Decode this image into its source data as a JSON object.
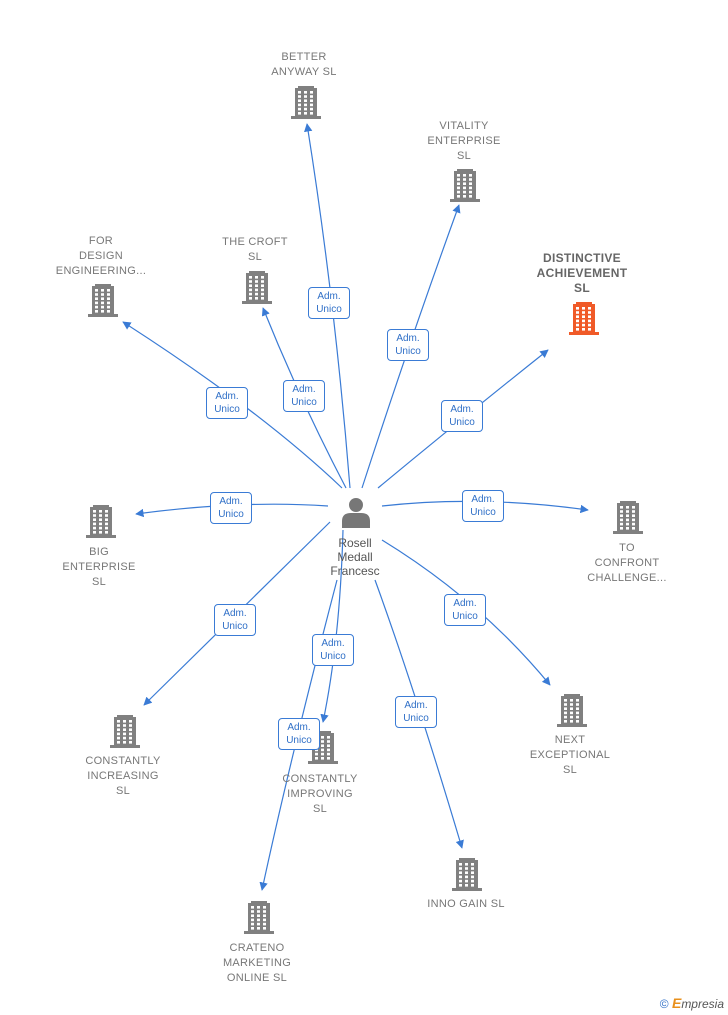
{
  "colors": {
    "edge": "#3a7bd5",
    "building": "#808080",
    "building_highlight": "#f05a28",
    "person": "#777777"
  },
  "center": {
    "name_lines": [
      "Rosell",
      "Medall",
      "Francesc"
    ]
  },
  "relation_lines": [
    "Adm.",
    "Unico"
  ],
  "companies": [
    {
      "id": "better-anyway",
      "lines": [
        "BETTER",
        "ANYWAY  SL"
      ]
    },
    {
      "id": "vitality-enterprise",
      "lines": [
        "VITALITY",
        "ENTERPRISE",
        "SL"
      ]
    },
    {
      "id": "distinctive-achievement",
      "lines": [
        "DISTINCTIVE",
        "ACHIEVEMENT",
        "SL"
      ],
      "highlight": true
    },
    {
      "id": "for-design-engineering",
      "lines": [
        "FOR",
        "DESIGN",
        "ENGINEERING..."
      ]
    },
    {
      "id": "the-croft",
      "lines": [
        "THE CROFT",
        "SL"
      ]
    },
    {
      "id": "big-enterprise",
      "lines": [
        "BIG",
        "ENTERPRISE",
        "SL"
      ]
    },
    {
      "id": "to-confront-challenge",
      "lines": [
        "TO",
        "CONFRONT",
        "CHALLENGE..."
      ]
    },
    {
      "id": "constantly-increasing",
      "lines": [
        "CONSTANTLY",
        "INCREASING",
        "SL"
      ]
    },
    {
      "id": "constantly-improving",
      "lines": [
        "CONSTANTLY",
        "IMPROVING",
        "SL"
      ]
    },
    {
      "id": "next-exceptional",
      "lines": [
        "NEXT",
        "EXCEPTIONAL",
        "SL"
      ]
    },
    {
      "id": "inno-gain",
      "lines": [
        "INNO GAIN  SL"
      ]
    },
    {
      "id": "crateno-marketing-online",
      "lines": [
        "CRATENO",
        "MARKETING",
        "ONLINE  SL"
      ]
    }
  ],
  "footer": {
    "copyright": "©",
    "brand_initial": "E",
    "brand_rest": "mpresia"
  }
}
